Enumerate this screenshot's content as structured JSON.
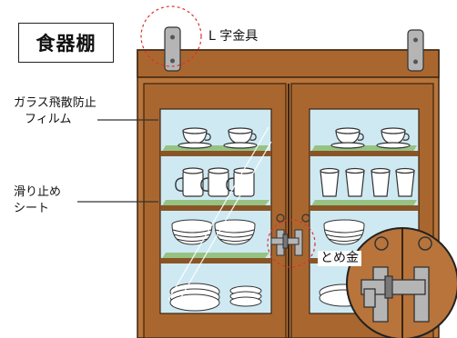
{
  "title": "食器棚",
  "labels": {
    "bracket": "L 字金具",
    "film_line1": "ガラス飛散防止",
    "film_line2": "フィルム",
    "sheet_line1": "滑り止め",
    "sheet_line2": "シート",
    "latch": "とめ金"
  },
  "colors": {
    "cabinet": "#b8743a",
    "cabinet_dark": "#7a4a1e",
    "glass": "#cfe9f2",
    "mat": "#8fbf78",
    "metal": "#b5b5b5",
    "dashed_circle": "#e03030"
  }
}
